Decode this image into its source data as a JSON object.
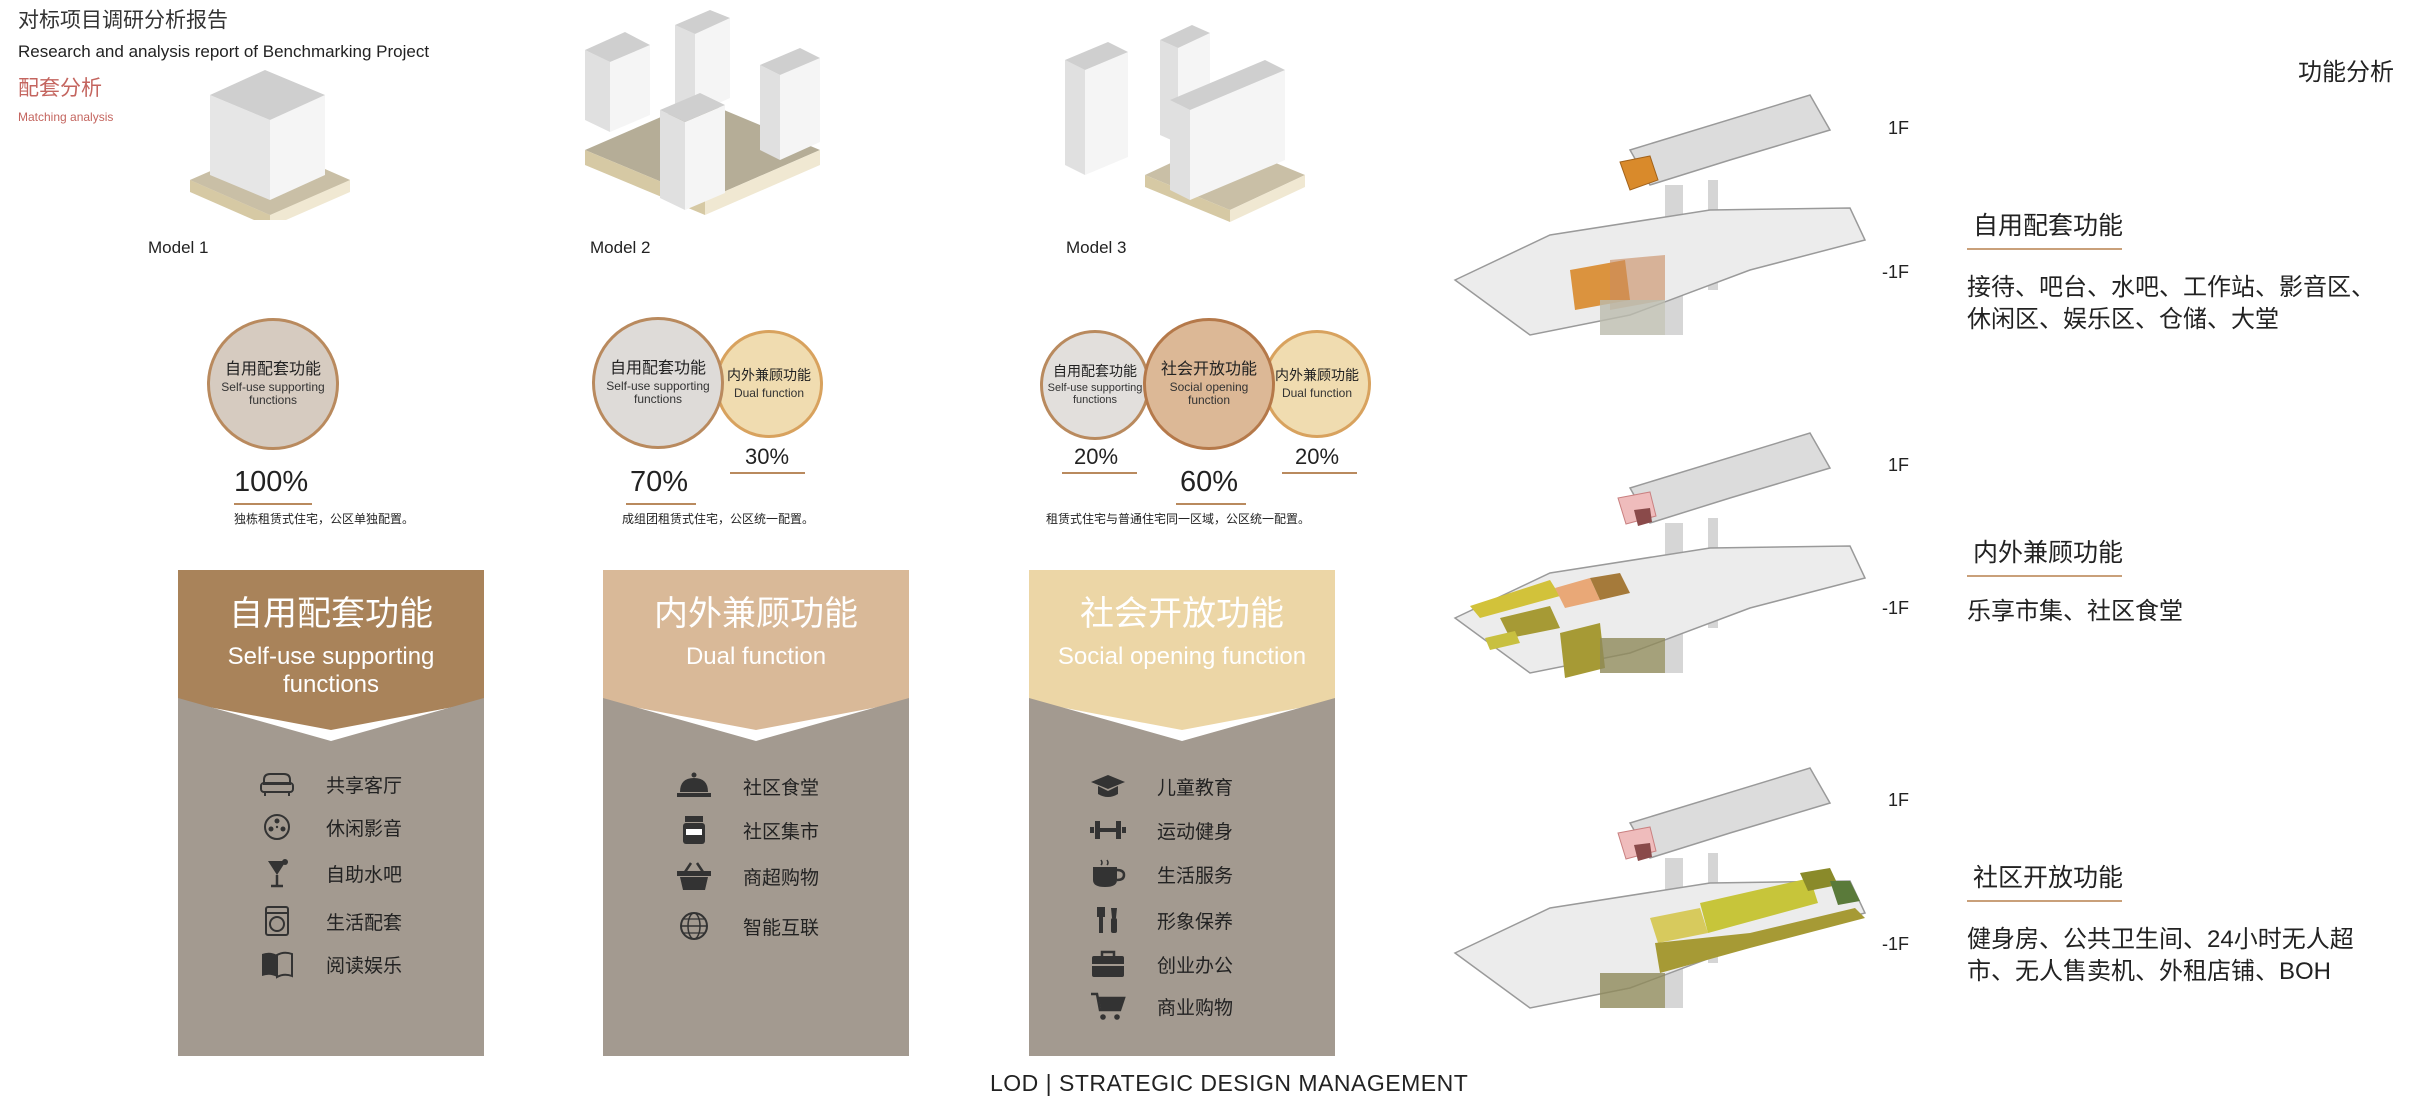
{
  "header": {
    "title_cn": "对标项目调研分析报告",
    "title_en": "Research and analysis report of Benchmarking Project",
    "section_cn": "配套分析",
    "section_en": "Matching analysis",
    "right_title": "功能分析"
  },
  "models": [
    {
      "label": "Model 1"
    },
    {
      "label": "Model 2"
    },
    {
      "label": "Model 3"
    }
  ],
  "circles": {
    "self": {
      "cn": "自用配套功能",
      "en": "Self-use supporting functions"
    },
    "dual": {
      "cn": "内外兼顾功能",
      "en": "Dual function"
    },
    "social": {
      "cn": "社会开放功能",
      "en": "Social opening function"
    }
  },
  "shares": {
    "model1": {
      "self": "100%",
      "note": "独栋租赁式住宅，公区单独配置。"
    },
    "model2": {
      "self": "70%",
      "dual": "30%",
      "note": "成组团租赁式住宅，公区统一配置。"
    },
    "model3": {
      "self": "20%",
      "social": "60%",
      "dual": "20%",
      "note": "租赁式住宅与普通住宅同一区域，公区统一配置。"
    }
  },
  "cards": [
    {
      "title_cn": "自用配套功能",
      "title_en": "Self-use supporting functions",
      "color": "#a9835a",
      "items": [
        {
          "icon": "sofa-icon",
          "label": "共享客厅"
        },
        {
          "icon": "film-reel-icon",
          "label": "休闲影音"
        },
        {
          "icon": "cocktail-icon",
          "label": "自助水吧"
        },
        {
          "icon": "washing-machine-icon",
          "label": "生活配套"
        },
        {
          "icon": "book-icon",
          "label": "阅读娱乐"
        }
      ]
    },
    {
      "title_cn": "内外兼顾功能",
      "title_en": "Dual function",
      "color": "#d9b998",
      "items": [
        {
          "icon": "cloche-icon",
          "label": "社区食堂"
        },
        {
          "icon": "jar-icon",
          "label": "社区集市"
        },
        {
          "icon": "basket-icon",
          "label": "商超购物"
        },
        {
          "icon": "globe-icon",
          "label": "智能互联"
        }
      ]
    },
    {
      "title_cn": "社会开放功能",
      "title_en": "Social opening function",
      "color": "#ecd6a6",
      "items": [
        {
          "icon": "graduation-cap-icon",
          "label": "儿童教育"
        },
        {
          "icon": "dumbbell-icon",
          "label": "运动健身"
        },
        {
          "icon": "coffee-cup-icon",
          "label": "生活服务"
        },
        {
          "icon": "grooming-tools-icon",
          "label": "形象保养"
        },
        {
          "icon": "briefcase-icon",
          "label": "创业办公"
        },
        {
          "icon": "shopping-cart-icon",
          "label": "商业购物"
        }
      ]
    }
  ],
  "floors": {
    "upper": "1F",
    "lower": "-1F"
  },
  "functions": [
    {
      "title": "自用配套功能",
      "desc": "接待、吧台、水吧、工作站、影音区、休闲区、娱乐区、仓储、大堂",
      "accent": "#d98a2b"
    },
    {
      "title": "内外兼顾功能",
      "desc": "乐享市集、社区食堂",
      "accent": "#d2c23a"
    },
    {
      "title": "社区开放功能",
      "desc": "健身房、公共卫生间、24小时无人超市、无人售卖机、外租店铺、BOH",
      "accent": "#a69a35"
    }
  ],
  "footer": "LOD |  STRATEGIC DESIGN MANAGEMENT"
}
